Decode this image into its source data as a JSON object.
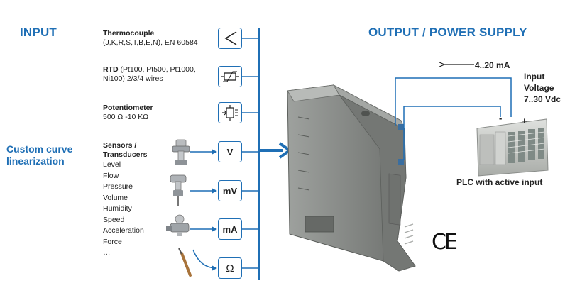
{
  "headings": {
    "input": "INPUT",
    "output": "OUTPUT / POWER SUPPLY",
    "custom_curve": [
      "Custom curve",
      "linearization"
    ]
  },
  "inputs": {
    "thermocouple": {
      "title": "Thermocouple",
      "detail": "(J,K,R,S,T,B,E,N), EN 60584"
    },
    "rtd": {
      "title": "RTD",
      "detail_line1": " (Pt100, Pt500,  Pt1000,",
      "detail_line2": "Ni100)  2/3/4 wires"
    },
    "potentiometer": {
      "title": "Potentiometer",
      "detail": "500 Ω -10 KΩ"
    },
    "sensors": {
      "title_line1": "Sensors /",
      "title_line2": "Transducers",
      "items": [
        "Level",
        "Flow",
        "Pressure",
        "Volume",
        "Humidity",
        "Speed",
        "Acceleration",
        "Force",
        "…"
      ]
    }
  },
  "signal_boxes": {
    "v": "V",
    "mv": "mV",
    "ma": "mA",
    "ohm": "Ω"
  },
  "output": {
    "current": "4..20 mA",
    "input_voltage": [
      "Input",
      "Voltage",
      "7..30 Vdc"
    ],
    "minus": "-",
    "plus": "+",
    "plc_label": "PLC with active input"
  },
  "ce_mark": "CE",
  "colors": {
    "accent": "#1f6fb5",
    "device": "#8a8d8a",
    "plc": "#c9ccc8"
  },
  "icons": [
    "thermocouple-symbol-icon",
    "rtd-symbol-icon",
    "potentiometer-symbol-icon",
    "level-sensor-icon",
    "flow-sensor-icon",
    "pressure-transmitter-icon",
    "probe-sensor-icon"
  ]
}
